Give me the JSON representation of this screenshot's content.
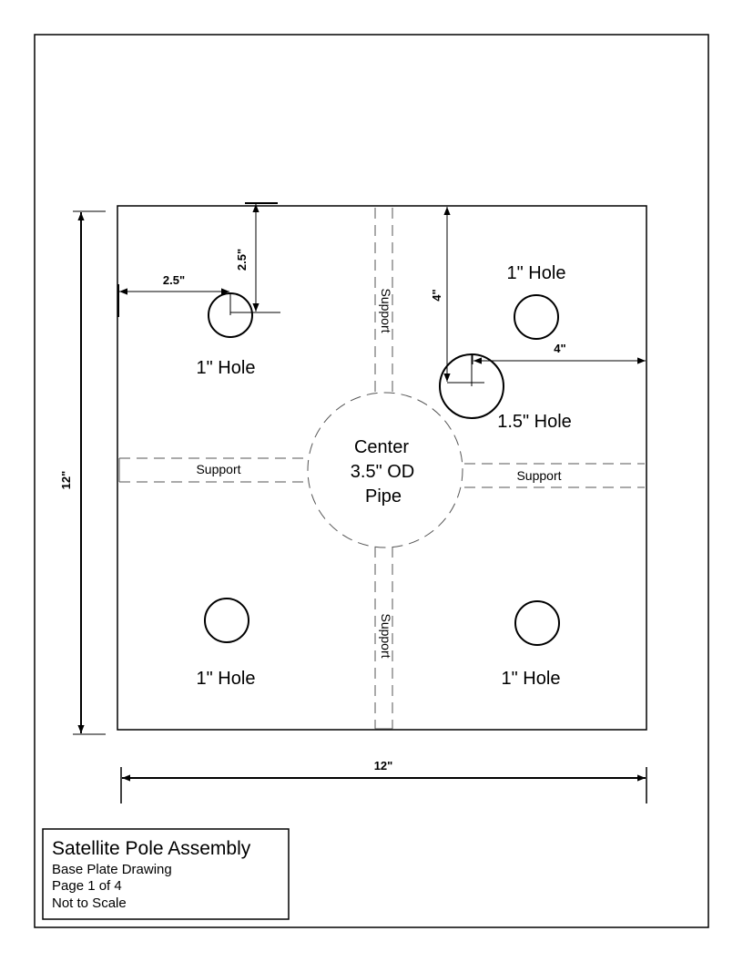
{
  "holes": {
    "top_left_label": "1\" Hole",
    "top_right_label": "1\" Hole",
    "large_label": "1.5\" Hole",
    "bottom_left_label": "1\" Hole",
    "bottom_right_label": "1\" Hole"
  },
  "center_pipe": {
    "line1": "Center",
    "line2": "3.5\" OD",
    "line3": "Pipe"
  },
  "supports": {
    "top": "Support",
    "left": "Support",
    "right": "Support",
    "bottom": "Support"
  },
  "dimensions": {
    "overall_height": "12\"",
    "overall_width": "12\"",
    "hole_x_offset": "2.5\"",
    "hole_y_offset": "2.5\"",
    "large_hole_y_offset": "4\"",
    "large_hole_x_offset": "4\""
  },
  "title_block": {
    "title": "Satellite Pole Assembly",
    "line1": "Base Plate Drawing",
    "line2": "Page 1 of 4",
    "line3": "Not to Scale"
  }
}
